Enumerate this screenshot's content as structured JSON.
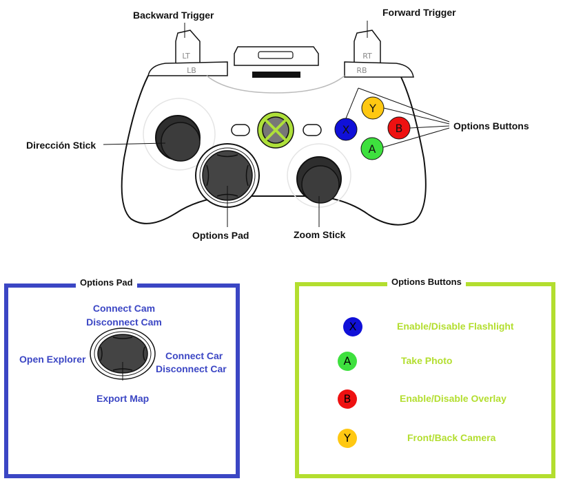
{
  "controller": {
    "labels": {
      "backward_trigger": "Backward  Trigger",
      "forward_trigger": "Forward  Trigger",
      "direction_stick": "Dirección Stick",
      "options_buttons": "Options Buttons",
      "options_pad": "Options Pad",
      "zoom_stick": "Zoom Stick"
    },
    "bumpers": {
      "lt": "LT",
      "rt": "RT",
      "lb": "LB",
      "rb": "RB"
    },
    "face_buttons": {
      "y": "Y",
      "x": "X",
      "b": "B",
      "a": "A"
    }
  },
  "options_pad_box": {
    "title": "Options Pad",
    "up": [
      "Connect Cam",
      "Disconnect Cam"
    ],
    "left": "Open Explorer",
    "right": [
      "Connect Car",
      "Disconnect Car"
    ],
    "down": "Export Map",
    "border_color": "#3b46c4"
  },
  "options_buttons_box": {
    "title": "Options Buttons",
    "border_color": "#b3de2f",
    "items": [
      {
        "button": "X",
        "color": "#1010d8",
        "label": "Enable/Disable Flashlight"
      },
      {
        "button": "A",
        "color": "#3ee03e",
        "label": "Take Photo"
      },
      {
        "button": "B",
        "color": "#ee1111",
        "label": "Enable/Disable Overlay"
      },
      {
        "button": "Y",
        "color": "#ffc812",
        "label": "Front/Back Camera"
      }
    ]
  }
}
